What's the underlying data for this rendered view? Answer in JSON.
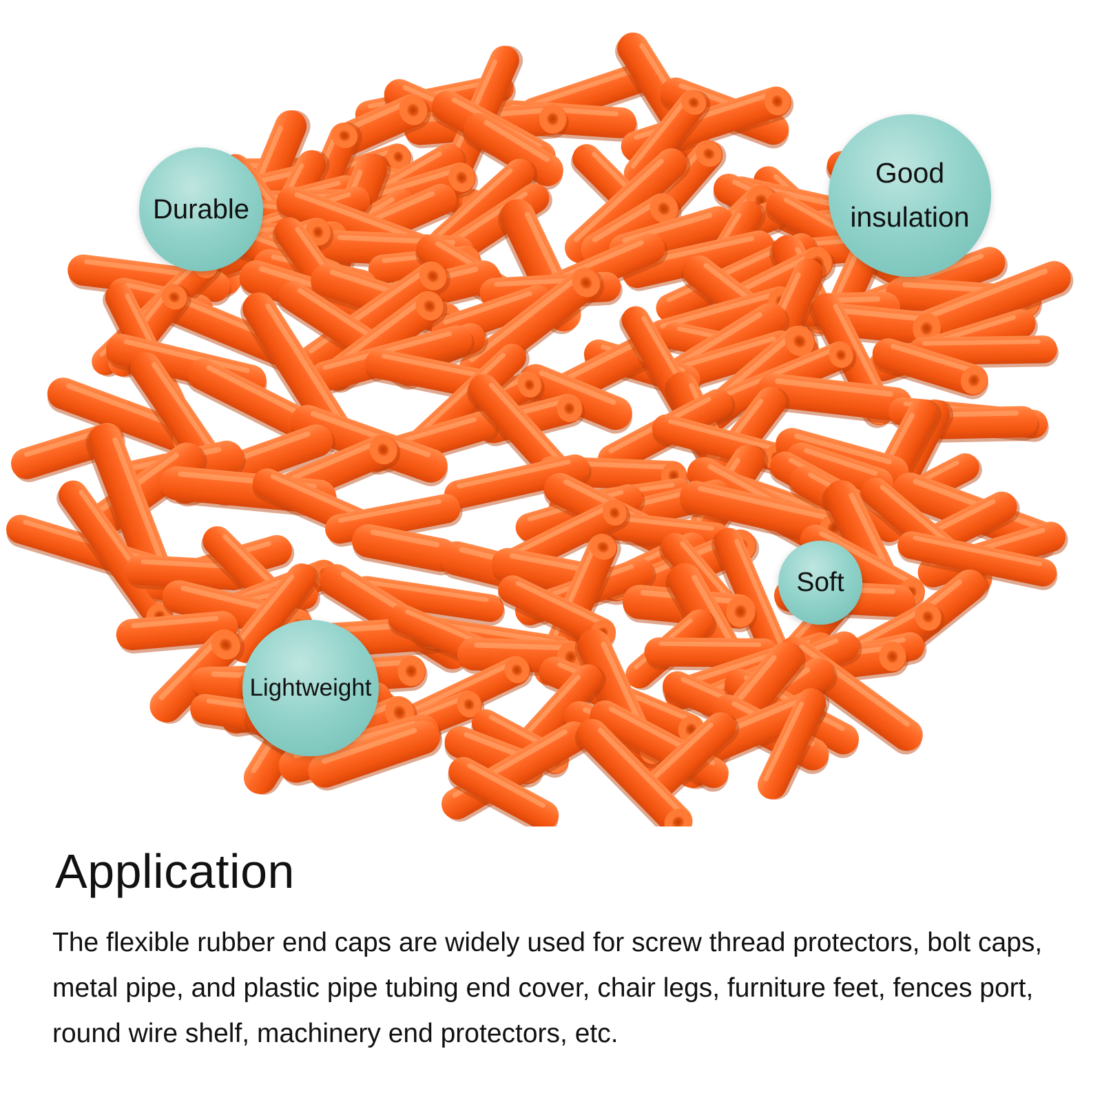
{
  "features": {
    "durable": "Durable",
    "insulation_line1": "Good",
    "insulation_line2": "insulation",
    "soft": "Soft",
    "lightweight": "Lightweight"
  },
  "application": {
    "title": "Application",
    "body": "The flexible rubber end caps are widely used for screw thread protectors, bolt caps, metal pipe, and plastic pipe tubing end cover, chair legs, furniture feet, fences port, round wire shelf, machinery end protectors, etc."
  },
  "colors": {
    "product_orange": "#f8621f",
    "badge_teal": "#92d3cb",
    "text": "#111111",
    "background": "#ffffff"
  }
}
